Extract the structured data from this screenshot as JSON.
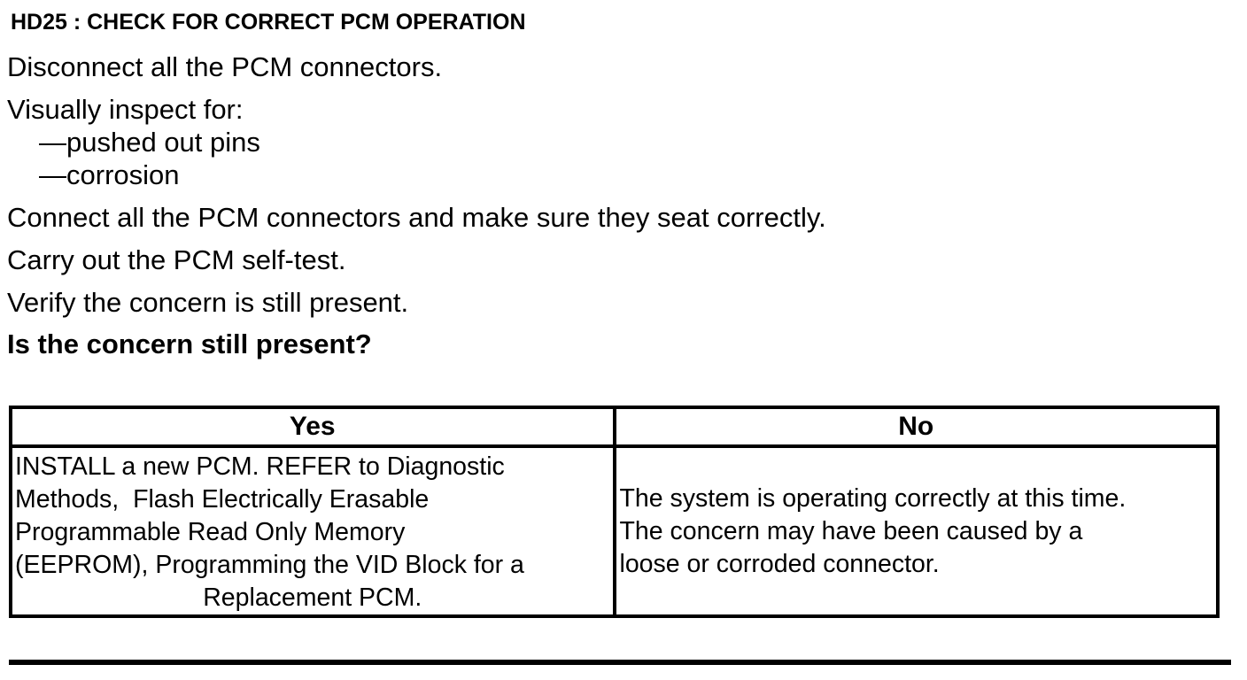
{
  "content": {
    "title": "HD25 : CHECK FOR CORRECT PCM OPERATION",
    "disconnect": "Disconnect all the PCM connectors.",
    "inspect_intro": "Visually inspect for:",
    "inspect_items": [
      "—pushed out pins",
      "—corrosion"
    ],
    "connect": "Connect all the PCM connectors and make sure they seat correctly.",
    "self_test": "Carry out the PCM self-test.",
    "verify": "Verify the concern is still present.",
    "question": "Is the concern still present?"
  },
  "decision_table": {
    "yes_header": "Yes",
    "no_header": "No",
    "yes_action_lines": [
      "INSTALL a new PCM. REFER to Diagnostic",
      "Methods,  Flash Electrically Erasable",
      "Programmable Read Only Memory",
      "(EEPROM), Programming the VID Block for a",
      "Replacement PCM."
    ],
    "no_action_lines": [
      "The system is operating correctly at this time.",
      "The concern may have been caused by a",
      "loose or corroded connector."
    ]
  }
}
